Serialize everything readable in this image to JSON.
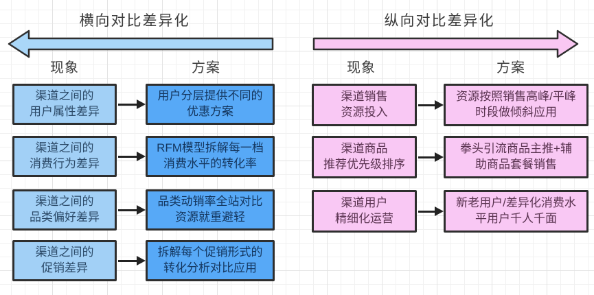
{
  "canvas": {
    "background": "#ffffff",
    "grid_minor_color": "#f1f1f1",
    "grid_major_color": "#e3e3e3",
    "border_color": "#2e2e2e",
    "connector_color": "#222222"
  },
  "sections": [
    {
      "title": "横向对比差异化",
      "arrow_direction": "left",
      "arrow_color": "#aad7f8",
      "phenomenon_fill": "#a2d0f6",
      "solution_fill": "#57a9f7",
      "columns": {
        "phenomenon": "现象",
        "solution": "方案"
      },
      "rows": [
        {
          "phenomenon": "渠道之间的\n用户属性差异",
          "solution": "用户分层提供不同的\n优惠方案"
        },
        {
          "phenomenon": "渠道之间的\n消费行为差异",
          "solution": "RFM模型拆解每一档\n消费水平的转化率"
        },
        {
          "phenomenon": "渠道之间的\n品类偏好差异",
          "solution": "品类动销率全站对比\n资源就重避轻"
        },
        {
          "phenomenon": "渠道之间的\n促销差异",
          "solution": "拆解每个促销形式的\n转化分析对比应用"
        }
      ]
    },
    {
      "title": "纵向对比差异化",
      "arrow_direction": "right",
      "arrow_color": "#f9c7f2",
      "phenomenon_fill": "#f9c8f4",
      "solution_fill": "#f9c8f4",
      "columns": {
        "phenomenon": "现象",
        "solution": "方案"
      },
      "rows": [
        {
          "phenomenon": "渠道销售\n资源投入",
          "solution": "资源按照销售高峰/平峰\n时段做倾斜应用"
        },
        {
          "phenomenon": "渠道商品\n推荐优先级排序",
          "solution": "拳头引流商品主推+辅\n助商品套餐销售"
        },
        {
          "phenomenon": "渠道用户\n精细化运营",
          "solution": "新老用户/差异化消费水\n平用户千人千面"
        }
      ]
    }
  ]
}
